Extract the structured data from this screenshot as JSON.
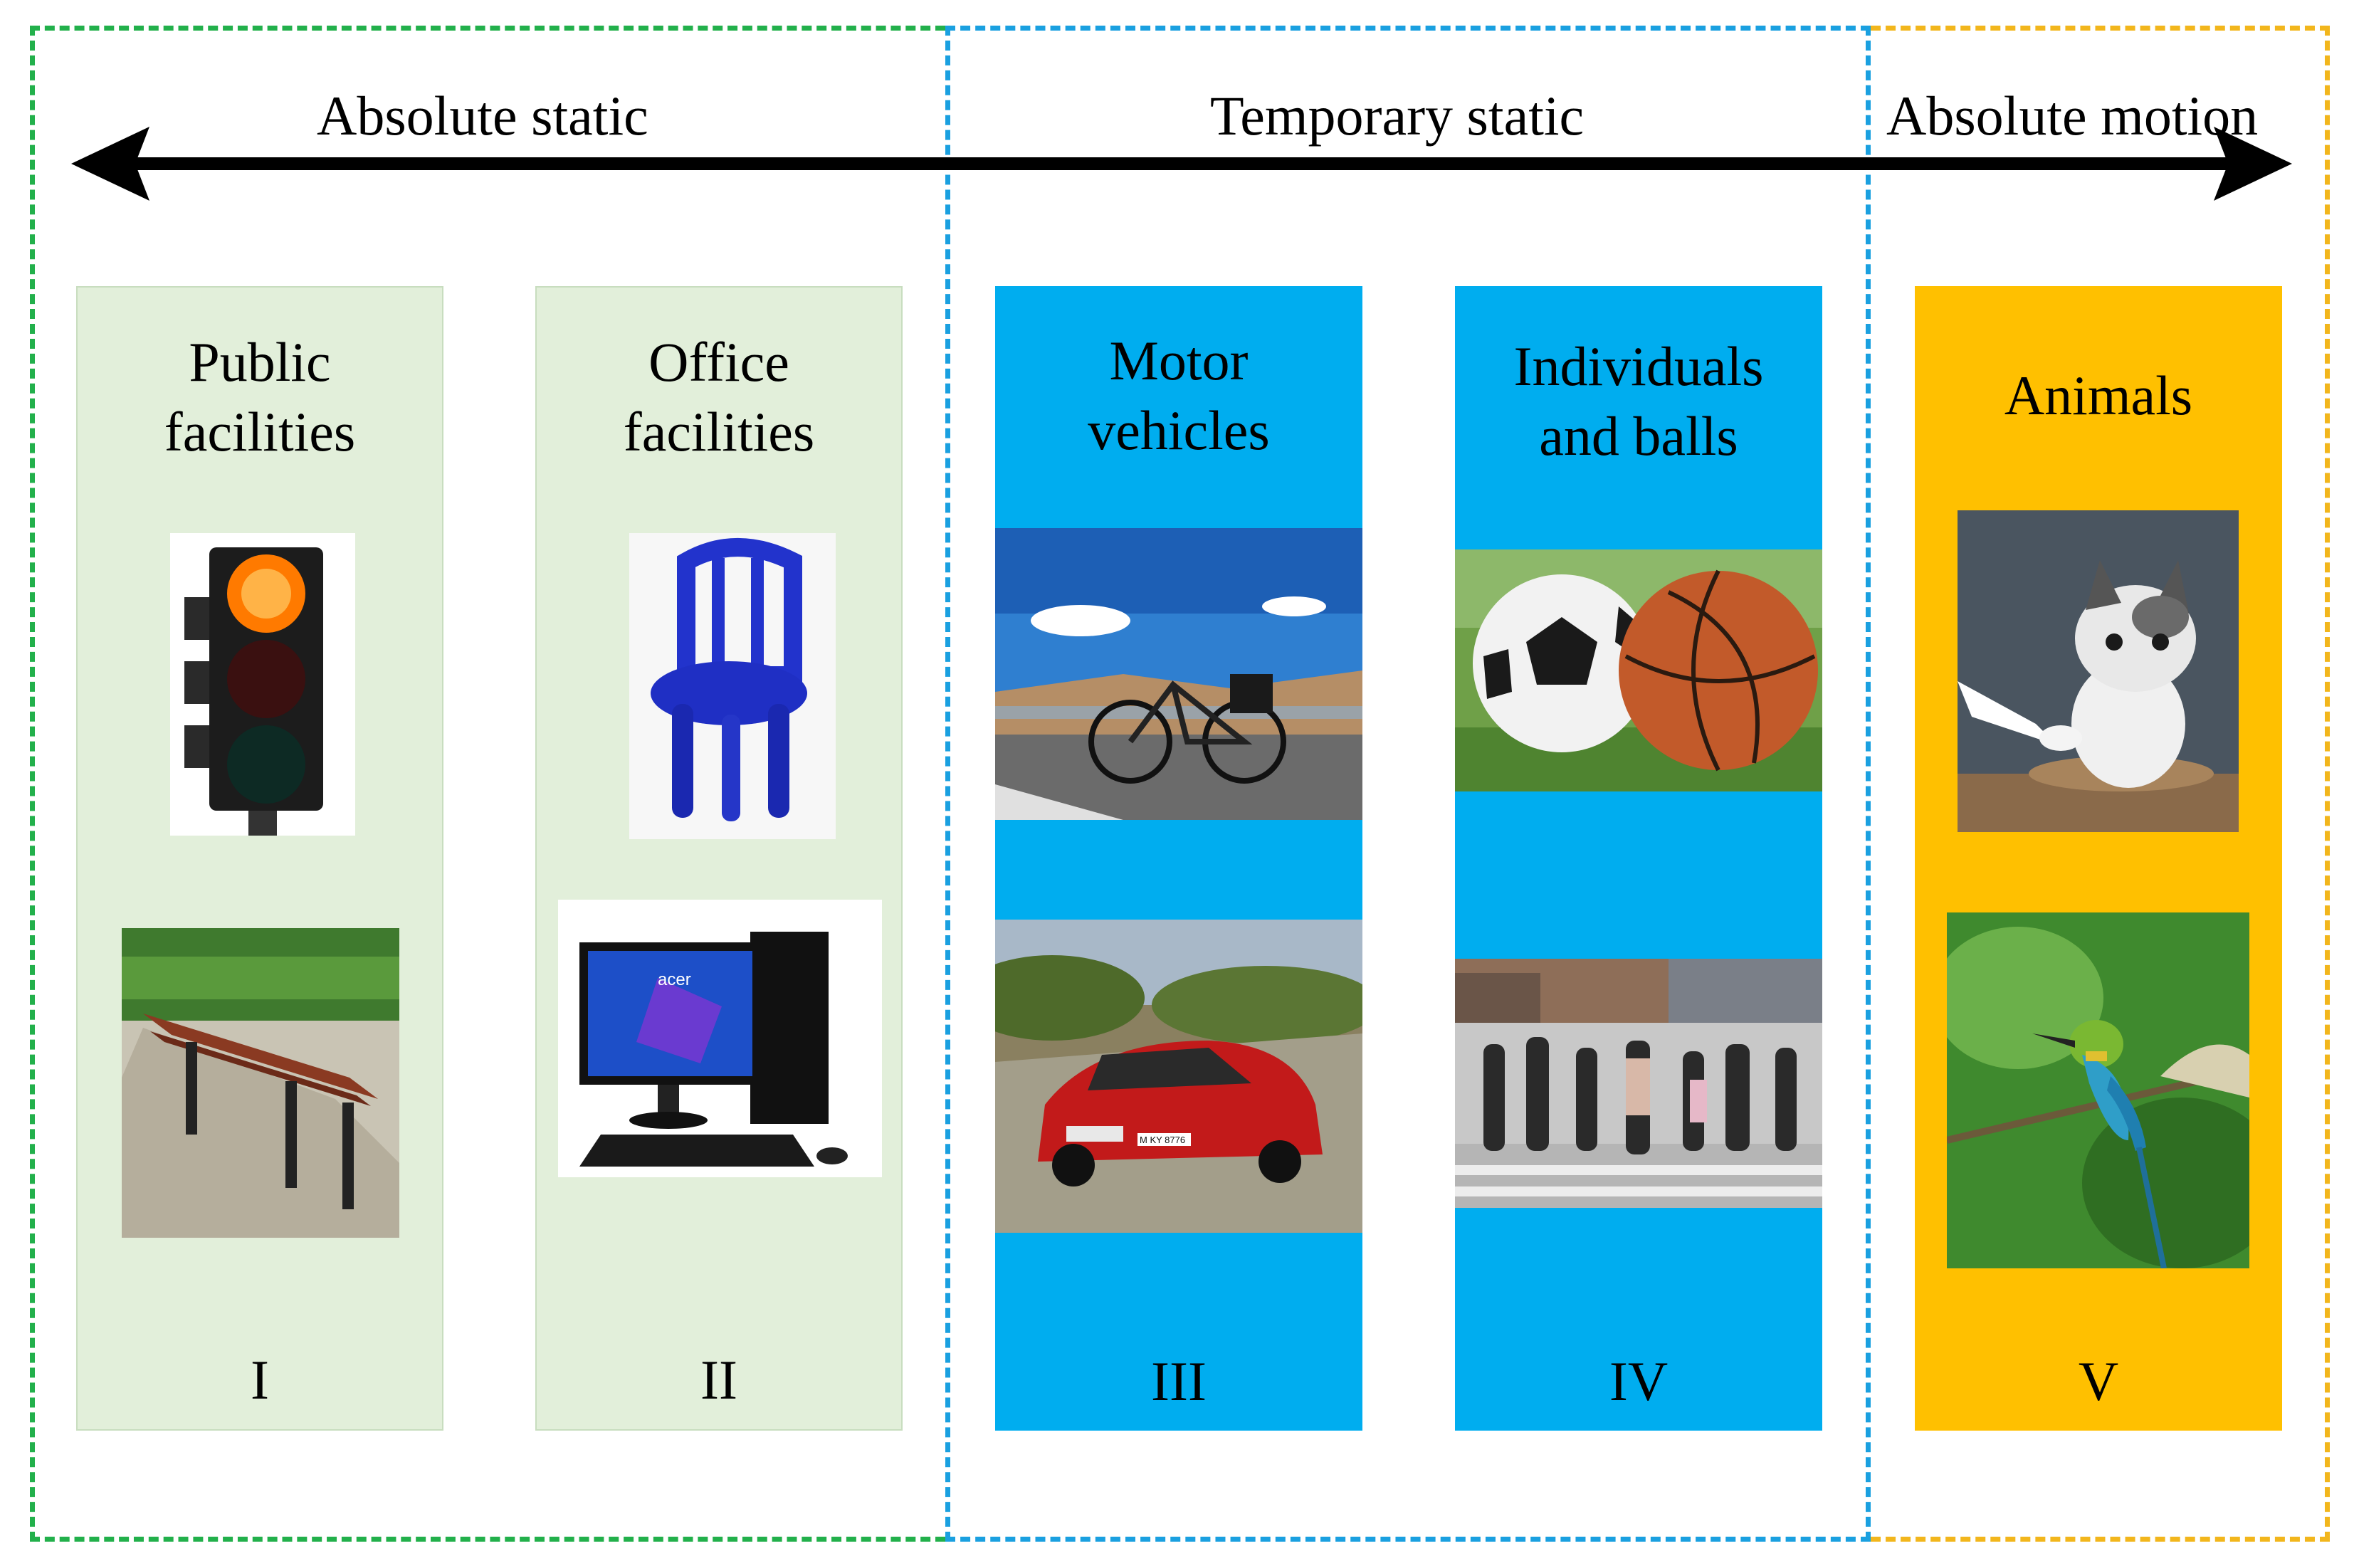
{
  "axis": {
    "labels": [
      "Absolute static",
      "Temporary static",
      "Absolute motion"
    ],
    "arrow": "double-headed"
  },
  "colors": {
    "green_zone": "#22b04b",
    "blue_zone": "#1aa0e0",
    "orange_zone": "#f2b61c",
    "col_light_green": "#e2efda",
    "col_blue": "#00adef",
    "col_orange": "#ffc000"
  },
  "columns": [
    {
      "title": "Public\nfacilities",
      "numeral": "I",
      "images": [
        "traffic-light-photo",
        "bench-photo"
      ]
    },
    {
      "title": "Office\nfacilities",
      "numeral": "II",
      "images": [
        "chair-photo",
        "computer-photo"
      ]
    },
    {
      "title": "Motor\nvehicles",
      "numeral": "III",
      "images": [
        "bicycle-photo",
        "red-car-photo"
      ]
    },
    {
      "title": "Individuals\nand balls",
      "numeral": "IV",
      "images": [
        "balls-photo",
        "pedestrians-photo"
      ]
    },
    {
      "title": "Animals",
      "numeral": "V",
      "images": [
        "kitten-photo",
        "bird-photo"
      ]
    }
  ],
  "photo_text": {
    "monitor_brand": "acer",
    "plate": "M KY 8776"
  }
}
